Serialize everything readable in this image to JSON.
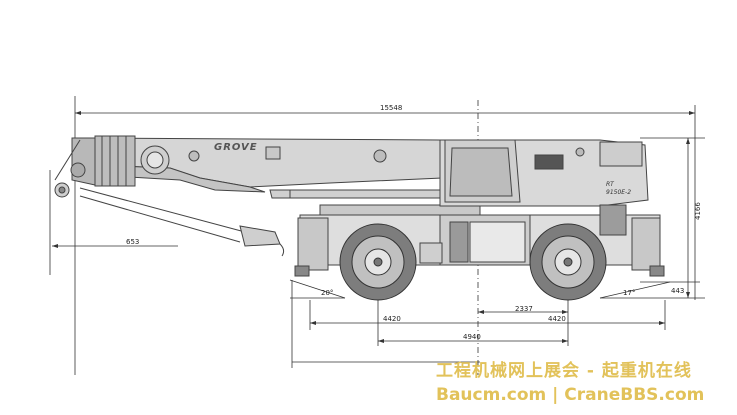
{
  "brand": "GROVE",
  "model": {
    "line1": "RT",
    "line2": "9150E-2"
  },
  "dimensions": {
    "overall_length": "15548",
    "overall_height": "4166",
    "front_overhang": "653",
    "ground_clearance": "443",
    "approach_angle": "20°",
    "departure_angle": "17°",
    "half_wheelbase_front": "4420",
    "half_wheelbase_rear": "4420",
    "wheelbase": "4940",
    "center_to_axle": "2337"
  },
  "watermark": {
    "line1": "工程机械网上展会 - 起重机在线",
    "line2": "Baucm.com | CraneBBS.com"
  }
}
